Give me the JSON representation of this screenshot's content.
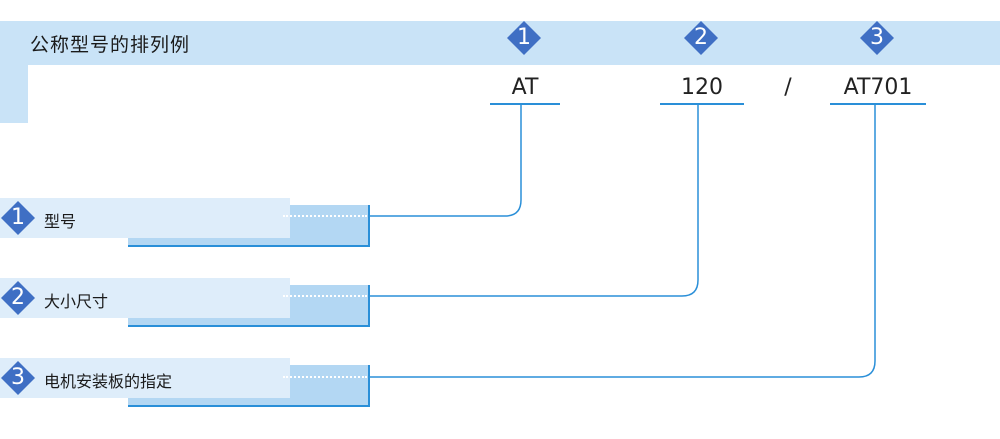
{
  "header": {
    "title": "公称型号的排列例",
    "codes": [
      "AT",
      "120",
      "/",
      "AT701"
    ],
    "markers": [
      "1",
      "2",
      "3"
    ]
  },
  "items": [
    {
      "num": "1",
      "label": "型号"
    },
    {
      "num": "2",
      "label": "大小尺寸"
    },
    {
      "num": "3",
      "label": "电机安装板的指定"
    }
  ],
  "colors": {
    "band": "#c9e3f7",
    "accent": "#2a8fd8",
    "marker": "#3f6fc4",
    "row_light": "#deedfa",
    "row_dark": "#b3d7f3"
  }
}
